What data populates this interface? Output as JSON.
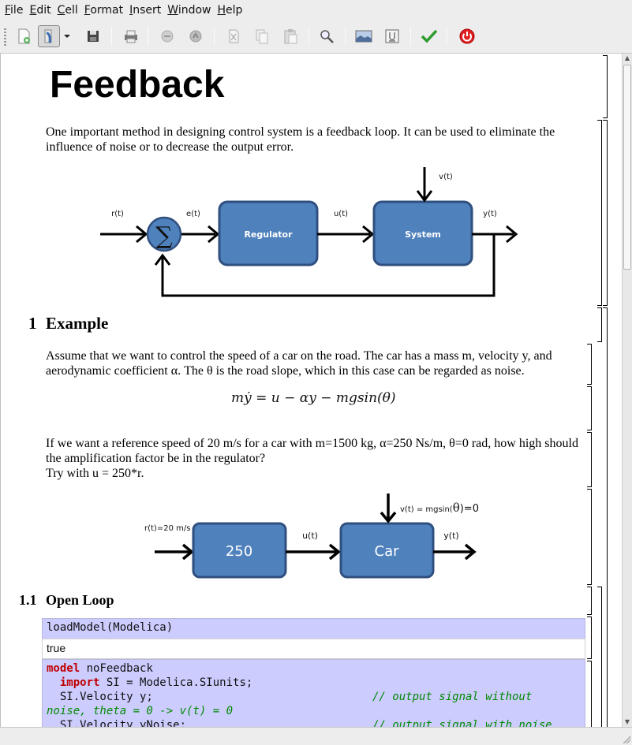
{
  "menu": [
    "File",
    "Edit",
    "Cell",
    "Format",
    "Insert",
    "Window",
    "Help"
  ],
  "menu_accels": [
    "F",
    "E",
    "C",
    "F",
    "I",
    "W",
    "H"
  ],
  "toolbar": {
    "items": [
      "new-file-icon",
      "open-file-icon",
      "save-icon",
      "print-icon",
      "undo-icon",
      "redo-icon",
      "cut-icon",
      "copy-icon",
      "paste-icon",
      "search-icon",
      "image-icon",
      "text-cursor-icon",
      "check-icon",
      "stop-icon"
    ]
  },
  "doc": {
    "title": "Feedback",
    "intro": "One important method in designing control system is a feedback loop. It can be used to eliminate the influence of noise or to decrease the output error.",
    "diagram1": {
      "r": "r(t)",
      "e": "e(t)",
      "u": "u(t)",
      "v": "v(t)",
      "y": "y(t)",
      "regulator": "Regulator",
      "system": "System",
      "sigma": "∑"
    },
    "section1": {
      "number": "1",
      "title": "Example"
    },
    "para1": "Assume that we want to control the speed of a car on the road. The car has a mass m, velocity y, and aerodynamic coefficient α. The θ is the road slope, which in this case can be regarded as noise.",
    "equation": "mẏ = u − αy − mgsin(θ)",
    "para2_line1": "If we want a reference speed of 20 m/s for a car with m=1500 kg, α=250 Ns/m, θ=0 rad, how high should the amplification factor be in the regulator?",
    "para2_line2": "Try with u = 250*r.",
    "diagram2": {
      "r": "r(t)=20 m/s",
      "gain": "250",
      "u": "u(t)",
      "car": "Car",
      "y": "y(t)",
      "v": "v(t) = mgsin(",
      "theta": "θ",
      "v_end": ")=0"
    },
    "section11": {
      "number": "1.1",
      "title": "Open Loop"
    },
    "code1": "loadModel(Modelica)",
    "output1": "true",
    "code2": {
      "kw_model": "model",
      "model_name": " noFeedback",
      "kw_import": "import",
      "import_rest": " SI = Modelica.SIunits;",
      "line3": "  SI.Velocity y;",
      "comment3": "// output signal without",
      "comment3b": "noise, theta = 0 -> v(t) = 0",
      "line5": "  SI.Velocity yNoise;",
      "comment5": "// output signal with noise"
    }
  },
  "colors": {
    "block_fill": "#4f81bd",
    "block_stroke": "#2f4f7f",
    "code_bg": "#ccccff",
    "keyword": "#c00000",
    "comment": "#008a00"
  }
}
